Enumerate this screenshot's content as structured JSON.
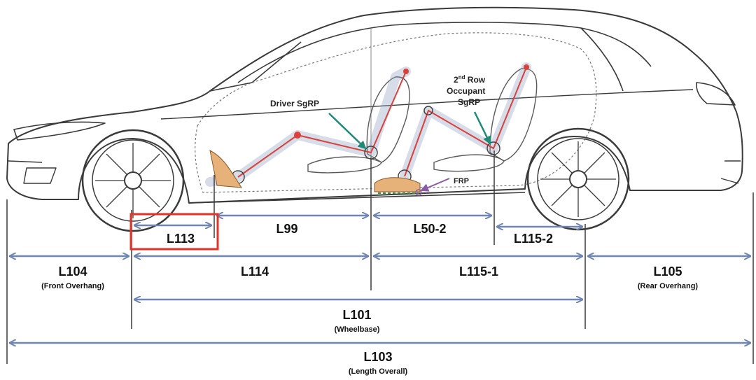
{
  "diagram": {
    "callouts": {
      "driver": "Driver SgRP",
      "second_row_line1": "2",
      "second_row_sup": "nd",
      "second_row_line1b": " Row",
      "second_row_line2": "Occupant",
      "second_row_line3": "SgRP",
      "frp": "FRP"
    },
    "dimensions": {
      "l113": "L113",
      "l99": "L99",
      "l50_2": "L50-2",
      "l115_2": "L115-2",
      "l104": "L104",
      "l104_sub": "(Front Overhang)",
      "l114": "L114",
      "l115_1": "L115-1",
      "l105": "L105",
      "l105_sub": "(Rear Overhang)",
      "l101": "L101",
      "l101_sub": "(Wheelbase)",
      "l103": "L103",
      "l103_sub": "(Length Overall)"
    },
    "colors": {
      "dimension_line": "#6f86b4",
      "car_outline": "#3a3a3a",
      "skeleton": "#d9413a",
      "highlight_box": "#e53228",
      "foot": "#e7b27a",
      "callout_arrow_green": "#1f8a78",
      "callout_arrow_purple": "#8a5aa8"
    }
  }
}
